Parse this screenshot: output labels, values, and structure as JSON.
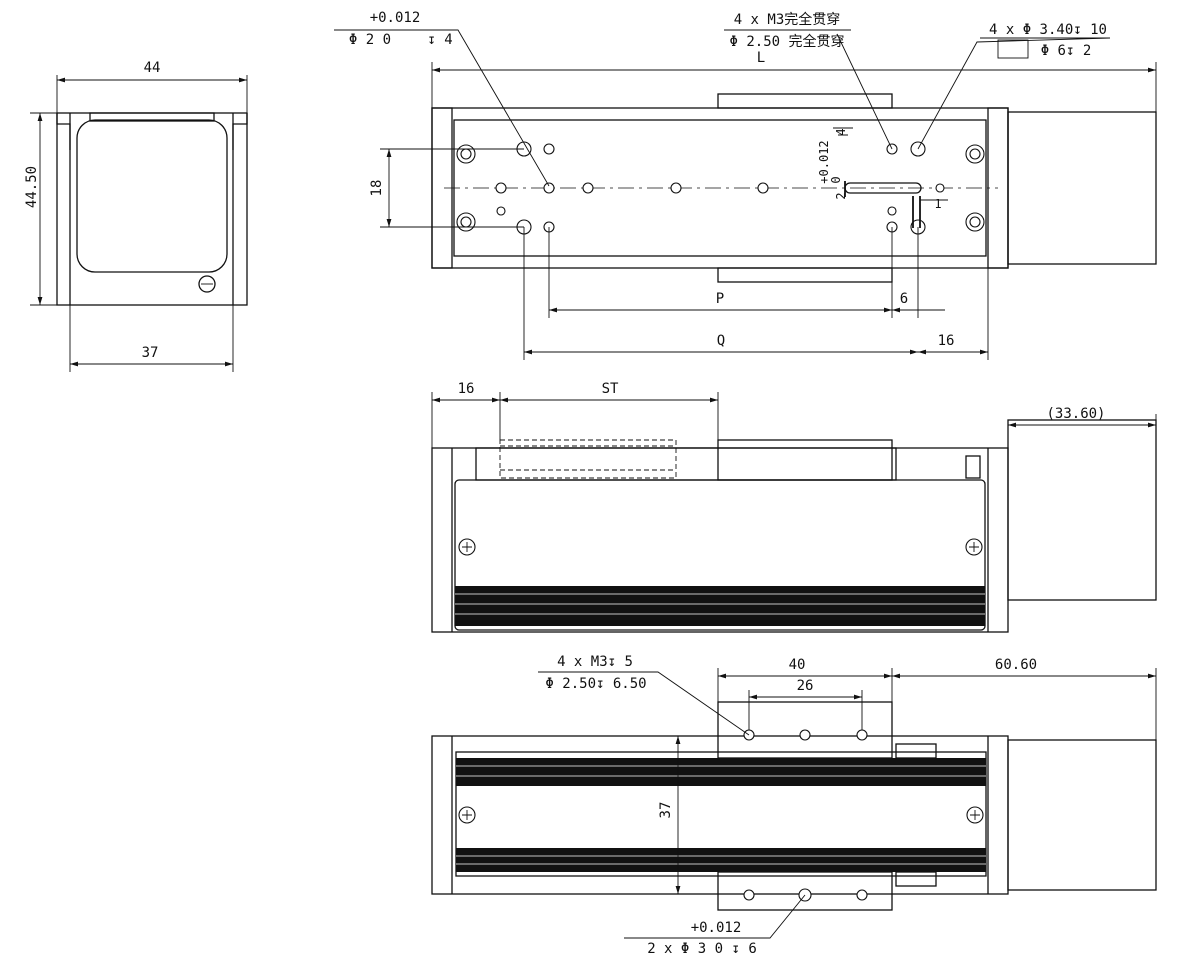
{
  "end_view": {
    "width_top": "44",
    "height": "44.50",
    "width_bottom": "37"
  },
  "top_view": {
    "callout_tl": {
      "line1": "+0.012",
      "line2": "Φ 2 0",
      "line3": "↧ 4"
    },
    "callout_tc": {
      "line1": "4 x M3完全贯穿",
      "line2": "Φ 2.50 完全贯穿"
    },
    "callout_tr": {
      "line1": "4 x Φ 3.40↧ 10",
      "line2": "Φ 6↧ 2"
    },
    "dims": {
      "L": "L",
      "h18": "18",
      "P": "P",
      "six": "6",
      "Q": "Q",
      "sixteen": "16",
      "slot_tol_a": "+0.012",
      "slot_tol_b": "0",
      "slot_depth": "4",
      "slot_w": "2",
      "slot_one": "1"
    }
  },
  "side_view": {
    "dims": {
      "sixteen": "16",
      "ST": "ST",
      "motor": "(33.60)"
    }
  },
  "bottom_view": {
    "callout_tl": {
      "line1": "4 x M3↧ 5",
      "line2": "Φ 2.50↧ 6.50"
    },
    "callout_bl": {
      "line1": "+0.012",
      "line2": "2 x Φ 3 0   ↧ 6"
    },
    "dims": {
      "forty": "40",
      "twentysix": "26",
      "sixty": "60.60",
      "thirtyseven": "37"
    }
  }
}
